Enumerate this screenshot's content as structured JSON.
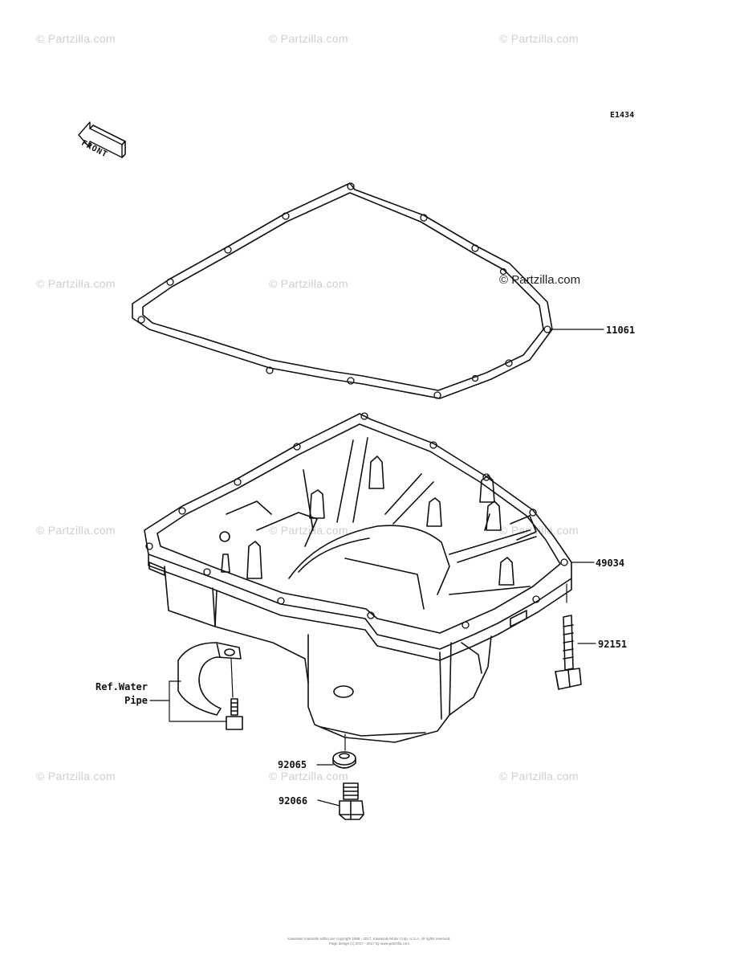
{
  "diagram_code": "E1434",
  "front_label": "FRONT",
  "watermark": "© Partzilla.com",
  "parts": [
    {
      "number": "11061",
      "id": "gasket"
    },
    {
      "number": "49034",
      "id": "oil-pan"
    },
    {
      "number": "92151",
      "id": "bolt"
    },
    {
      "number": "92065",
      "id": "washer"
    },
    {
      "number": "92066",
      "id": "drain-plug"
    }
  ],
  "reference": {
    "line1": "Ref.Water",
    "line2": "Pipe"
  },
  "copyright": {
    "line1": "Kawasaki materials within are copyright 1995 - 2017, Kawasaki Motor Corp. U.S.A. All rights reserved.",
    "line2": "Page design (c) 2017 - 2017 by www.partzilla.com"
  }
}
